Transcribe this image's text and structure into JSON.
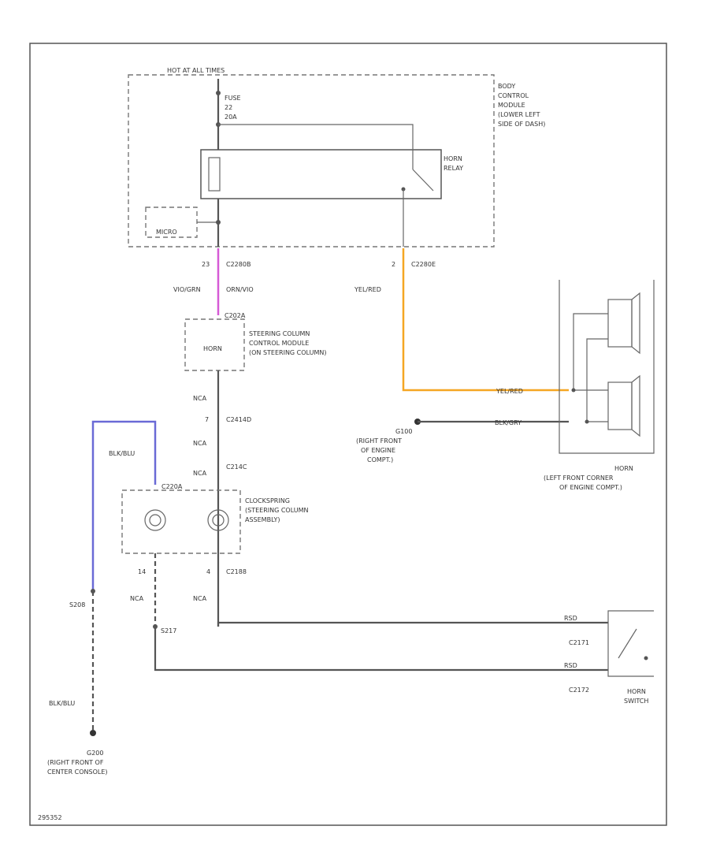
{
  "labels": {
    "hot_at_all_times": "HOT AT ALL TIMES",
    "fuse_line1": "FUSE",
    "fuse_line2": "22",
    "fuse_line3": "20A",
    "bcm_l1": "BODY",
    "bcm_l2": "CONTROL",
    "bcm_l3": "MODULE",
    "bcm_l4": "(LOWER LEFT",
    "bcm_l5": "SIDE OF DASH)",
    "horn_relay_l1": "HORN",
    "horn_relay_l2": "RELAY",
    "micro": "MICRO",
    "pin_23": "23",
    "conn_c2280b": "C2280B",
    "pin_2": "2",
    "conn_c2280e": "C2280E",
    "wire_vt_grn_left": "VIO/GRN",
    "wire_org": "ORN/VIO",
    "conn_c202a": "C202A",
    "sccm_l1": "STEERING COLUMN",
    "sccm_l2": "CONTROL MODULE",
    "sccm_l3": "(ON STEERING COLUMN)",
    "sccm_horn": "HORN",
    "wire_yel_red": "YEL/RED",
    "wire_yel_red_right": "YEL/RED",
    "wire_blk_gry": "BLK/GRY",
    "ground_g100_l1": "G100",
    "ground_g100_l2": "(RIGHT FRONT",
    "ground_g100_l3": "OF ENGINE",
    "ground_g100_l4": "COMPT.)",
    "horn_l1": "HORN",
    "horn_l2": "(LEFT FRONT CORNER",
    "horn_l3": "OF ENGINE COMPT.)",
    "wire_nca_1": "NCA",
    "pin_7": "7",
    "conn_c2414d": "C2414D",
    "wire_nca_2": "NCA",
    "wire_nca_3": "NCA",
    "conn_c214c": "C214C",
    "wire_blk_blu_top": "BLK/BLU",
    "conn_c220a": "C220A",
    "cs_l1": "CLOCKSPRING",
    "cs_l2": "(STEERING COLUMN",
    "cs_l3": "ASSEMBLY)",
    "pin_14": "14",
    "pin_4": "4",
    "conn_c2188": "C2188",
    "splice_s208": "S208",
    "wire_nca_4": "NCA",
    "wire_nca_5": "NCA",
    "splice_s217": "S217",
    "wire_rsd_1": "RSD",
    "wire_rsd_2": "RSD",
    "conn_c2171": "C2171",
    "conn_c2172": "C2172",
    "horn_switch_l1": "HORN",
    "horn_switch_l2": "SWITCH",
    "wire_blk_blu_bottom": "BLK/BLU",
    "ground_g200_l1": "G200",
    "ground_g200_l2": "(RIGHT FRONT OF",
    "ground_g200_l3": "CENTER CONSOLE)",
    "diagram_id": "295352"
  },
  "colors": {
    "wire_pink": "#d65ad6",
    "wire_orange": "#f5a623",
    "wire_blue": "#6a6ad6",
    "wire_gray": "#555555"
  }
}
